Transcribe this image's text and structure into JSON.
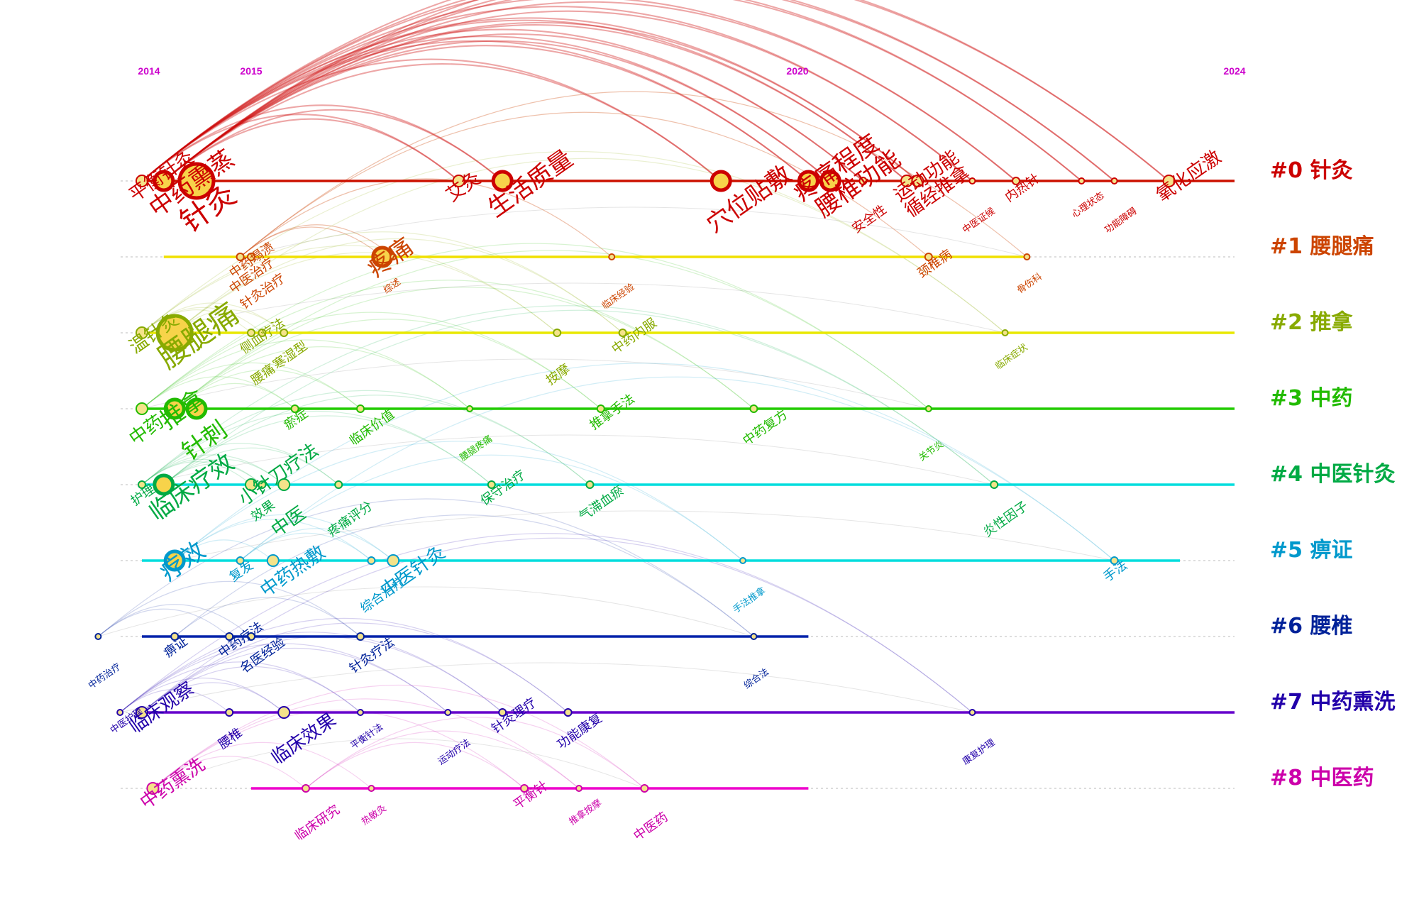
{
  "chart_data": {
    "type": "timeline",
    "years": [
      2014,
      2015,
      2020,
      2024
    ],
    "x_range": [
      2014,
      2024
    ],
    "clusters": [
      {
        "id": "#0",
        "name": "针灸",
        "color": "#cc0000",
        "keywords": [
          {
            "text": "平衡针灸",
            "year": 2014.0,
            "size": 3,
            "rot": -35
          },
          {
            "text": "中药熏蒸",
            "year": 2014.2,
            "size": 4,
            "rot": -35
          },
          {
            "text": "针灸",
            "year": 2014.5,
            "size": 5,
            "rot": -35
          },
          {
            "text": "艾灸",
            "year": 2016.9,
            "size": 3,
            "rot": -35
          },
          {
            "text": "生活质量",
            "year": 2017.3,
            "size": 4,
            "rot": -35
          },
          {
            "text": "穴位贴敷",
            "year": 2019.3,
            "size": 4,
            "rot": -35
          },
          {
            "text": "疼痛程度",
            "year": 2020.1,
            "size": 4,
            "rot": -35
          },
          {
            "text": "腰椎功能",
            "year": 2020.3,
            "size": 4,
            "rot": -35
          },
          {
            "text": "安全性",
            "year": 2020.6,
            "size": 2,
            "rot": -35
          },
          {
            "text": "运动功能",
            "year": 2021.0,
            "size": 3,
            "rot": -35
          },
          {
            "text": "循经推拿",
            "year": 2021.1,
            "size": 3,
            "rot": -35
          },
          {
            "text": "中医证候",
            "year": 2021.6,
            "size": 1,
            "rot": -35
          },
          {
            "text": "内热针",
            "year": 2022.0,
            "size": 2,
            "rot": -35
          },
          {
            "text": "心理状态",
            "year": 2022.6,
            "size": 1,
            "rot": -35
          },
          {
            "text": "功能障碍",
            "year": 2022.9,
            "size": 1,
            "rot": -35
          },
          {
            "text": "氧化应激",
            "year": 2023.4,
            "size": 3,
            "rot": -35
          }
        ]
      },
      {
        "id": "#1",
        "name": "腰腿痛",
        "color": "#cc4400",
        "keywords": [
          {
            "text": "中药塌渍",
            "year": 2014.9,
            "size": 2,
            "rot": -35
          },
          {
            "text": "中医治疗",
            "year": 2014.9,
            "size": 2,
            "rot": -35
          },
          {
            "text": "针灸治疗",
            "year": 2015.0,
            "size": 2,
            "rot": -35
          },
          {
            "text": "疼痛",
            "year": 2016.2,
            "size": 4,
            "rot": -35
          },
          {
            "text": "综述",
            "year": 2016.3,
            "size": 1,
            "rot": -35
          },
          {
            "text": "临床经验",
            "year": 2018.3,
            "size": 1,
            "rot": -35
          },
          {
            "text": "颈椎病",
            "year": 2021.2,
            "size": 2,
            "rot": -35
          },
          {
            "text": "骨伤科",
            "year": 2022.1,
            "size": 1,
            "rot": -35
          }
        ]
      },
      {
        "id": "#2",
        "name": "推拿",
        "color": "#88aa00",
        "keywords": [
          {
            "text": "温针灸",
            "year": 2014.0,
            "size": 3,
            "rot": -35
          },
          {
            "text": "腰腿痛",
            "year": 2014.3,
            "size": 5,
            "rot": -35
          },
          {
            "text": "腰痛",
            "year": 2015.1,
            "size": 2,
            "rot": -35
          },
          {
            "text": "侧血疗法",
            "year": 2015.0,
            "size": 2,
            "rot": -35
          },
          {
            "text": "寒湿型",
            "year": 2015.3,
            "size": 2,
            "rot": -35
          },
          {
            "text": "按摩",
            "year": 2017.8,
            "size": 2,
            "rot": -35
          },
          {
            "text": "中药内服",
            "year": 2018.4,
            "size": 2,
            "rot": -35
          },
          {
            "text": "临床症状",
            "year": 2021.9,
            "size": 1,
            "rot": -35
          }
        ]
      },
      {
        "id": "#3",
        "name": "中药",
        "color": "#22bb00",
        "keywords": [
          {
            "text": "推拿",
            "year": 2014.3,
            "size": 4,
            "rot": -35
          },
          {
            "text": "中药",
            "year": 2014.0,
            "size": 3,
            "rot": -35
          },
          {
            "text": "针刺",
            "year": 2014.5,
            "size": 4,
            "rot": -35
          },
          {
            "text": "瘀症",
            "year": 2015.4,
            "size": 2,
            "rot": -35
          },
          {
            "text": "临床价值",
            "year": 2016.0,
            "size": 2,
            "rot": -35
          },
          {
            "text": "腰腿疼痛",
            "year": 2017.0,
            "size": 1,
            "rot": -35
          },
          {
            "text": "推拿手法",
            "year": 2018.2,
            "size": 2,
            "rot": -35
          },
          {
            "text": "中药复方",
            "year": 2019.6,
            "size": 2,
            "rot": -35
          },
          {
            "text": "关节炎",
            "year": 2021.2,
            "size": 1,
            "rot": -35
          }
        ]
      },
      {
        "id": "#4",
        "name": "中医针灸",
        "color": "#00aa44",
        "keywords": [
          {
            "text": "护理",
            "year": 2014.0,
            "size": 2,
            "rot": -35
          },
          {
            "text": "临床疗效",
            "year": 2014.2,
            "size": 4,
            "rot": -35
          },
          {
            "text": "中医",
            "year": 2015.3,
            "size": 3,
            "rot": -35
          },
          {
            "text": "小针刀疗法",
            "year": 2015.0,
            "size": 3,
            "rot": -35
          },
          {
            "text": "效果",
            "year": 2015.1,
            "size": 2,
            "rot": -35
          },
          {
            "text": "疼痛评分",
            "year": 2015.8,
            "size": 2,
            "rot": -35
          },
          {
            "text": "保守治疗",
            "year": 2017.2,
            "size": 2,
            "rot": -35
          },
          {
            "text": "气滞血瘀",
            "year": 2018.1,
            "size": 2,
            "rot": -35
          },
          {
            "text": "炎性因子",
            "year": 2021.8,
            "size": 2,
            "rot": -35
          }
        ]
      },
      {
        "id": "#5",
        "name": "痹证",
        "color": "#0099cc",
        "keywords": [
          {
            "text": "疗效",
            "year": 2014.3,
            "size": 4,
            "rot": -35
          },
          {
            "text": "中药热敷",
            "year": 2015.2,
            "size": 3,
            "rot": -35
          },
          {
            "text": "综合治疗",
            "year": 2016.1,
            "size": 2,
            "rot": -35
          },
          {
            "text": "复发",
            "year": 2014.9,
            "size": 2,
            "rot": -35
          },
          {
            "text": "中医针灸",
            "year": 2016.3,
            "size": 3,
            "rot": -35
          },
          {
            "text": "手法推拿",
            "year": 2019.5,
            "size": 1,
            "rot": -35
          },
          {
            "text": "手法",
            "year": 2022.9,
            "size": 2,
            "rot": -35
          }
        ]
      },
      {
        "id": "#6",
        "name": "腰椎",
        "color": "#002299",
        "keywords": [
          {
            "text": "痹证",
            "year": 2014.3,
            "size": 2,
            "rot": -35
          },
          {
            "text": "名医经验",
            "year": 2015.0,
            "size": 2,
            "rot": -35
          },
          {
            "text": "中药治疗",
            "year": 2013.6,
            "size": 1,
            "rot": -35
          },
          {
            "text": "中药疗法",
            "year": 2014.8,
            "size": 2,
            "rot": -35
          },
          {
            "text": "针灸疗法",
            "year": 2016.0,
            "size": 2,
            "rot": -35
          },
          {
            "text": "综合法",
            "year": 2019.6,
            "size": 1,
            "rot": -35
          }
        ]
      },
      {
        "id": "#7",
        "name": "中药熏洗",
        "color": "#2200aa",
        "keywords": [
          {
            "text": "中医护理",
            "year": 2013.8,
            "size": 1,
            "rot": -35
          },
          {
            "text": "腰椎",
            "year": 2014.8,
            "size": 2,
            "rot": -35
          },
          {
            "text": "临床效果",
            "year": 2015.3,
            "size": 3,
            "rot": -35
          },
          {
            "text": "临床观察",
            "year": 2014.0,
            "size": 3,
            "rot": -35
          },
          {
            "text": "平衡针法",
            "year": 2016.0,
            "size": 1,
            "rot": -35
          },
          {
            "text": "运动疗法",
            "year": 2016.8,
            "size": 1,
            "rot": -35
          },
          {
            "text": "针灸理疗",
            "year": 2017.3,
            "size": 2,
            "rot": -35
          },
          {
            "text": "功能康复",
            "year": 2017.9,
            "size": 2,
            "rot": -35
          },
          {
            "text": "康复护理",
            "year": 2021.6,
            "size": 1,
            "rot": -35
          }
        ]
      },
      {
        "id": "#8",
        "name": "中医药",
        "color": "#cc00aa",
        "keywords": [
          {
            "text": "中药熏洗",
            "year": 2014.1,
            "size": 3,
            "rot": -35
          },
          {
            "text": "热敏灸",
            "year": 2016.1,
            "size": 1,
            "rot": -35
          },
          {
            "text": "临床研究",
            "year": 2015.5,
            "size": 2,
            "rot": -35
          },
          {
            "text": "平衡针",
            "year": 2017.5,
            "size": 2,
            "rot": -35
          },
          {
            "text": "推拿按摩",
            "year": 2018.0,
            "size": 1,
            "rot": -35
          },
          {
            "text": "中医药",
            "year": 2018.6,
            "size": 2,
            "rot": -35
          }
        ]
      }
    ],
    "row_extents": [
      [
        2014.0,
        2024
      ],
      [
        2014.2,
        2022.1
      ],
      [
        2014.0,
        2024
      ],
      [
        2014.0,
        2024
      ],
      [
        2014.0,
        2024
      ],
      [
        2014.0,
        2023.5
      ],
      [
        2014.0,
        2020.1
      ],
      [
        2014.0,
        2024
      ],
      [
        2015.0,
        2020.1
      ]
    ]
  }
}
